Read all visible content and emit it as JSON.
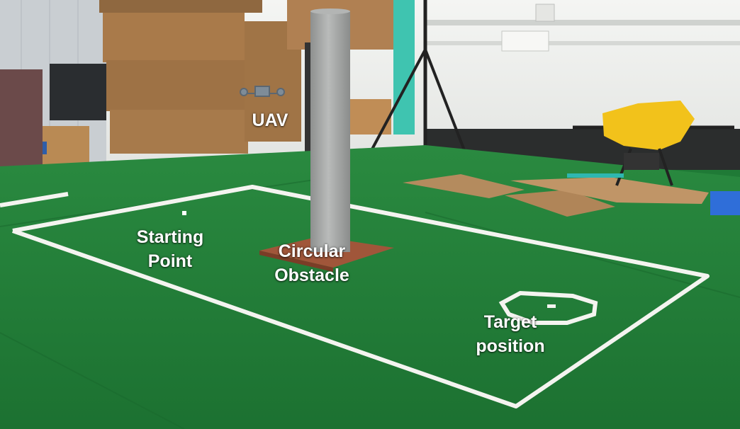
{
  "labels": {
    "uav": "UAV",
    "starting_point": "Starting\nPoint",
    "circular_obstacle": "Circular\nObstacle",
    "target_position": "Target\nposition"
  },
  "colors": {
    "turf": "#1f7a36",
    "tape": "#f4f4f0",
    "wall": "#eef0ee",
    "pillar": "#a9abaa",
    "cardboard": "#a97a4a",
    "drone_cover": "#f2c21b"
  }
}
